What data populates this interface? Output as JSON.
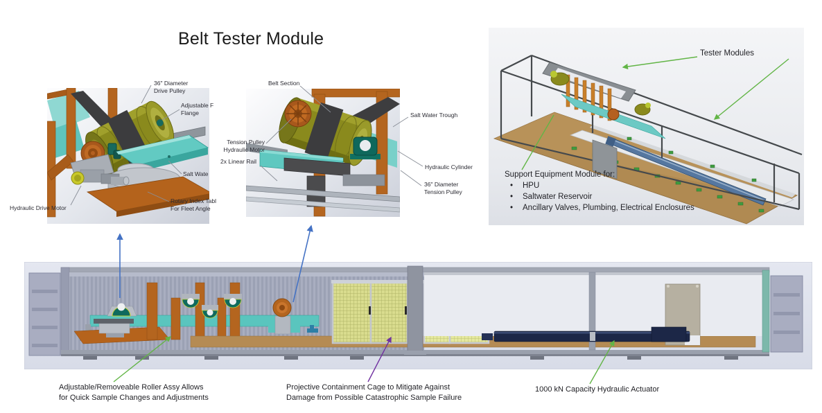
{
  "title": "Belt Tester Module",
  "left_detail": {
    "labels": {
      "drive_pulley": "36\" Diameter\nDrive Pulley",
      "flange": "Adjustable F\nFlange",
      "salt_water": "Salt Wate",
      "rotary_index": "Rotary Index Tabl\nFor Fleet Angle",
      "hydraulic_drive_motor": "Hydraulic Drive Motor"
    }
  },
  "middle_detail": {
    "labels": {
      "belt_section": "Belt Section",
      "tension_pulley_motor": "Tension Pulley\nHydraulic Motor",
      "linear_rail": "2x Linear Rail",
      "salt_water_trough": "Salt Water Trough",
      "hydraulic_cylinder": "Hydraulic Cylinder",
      "tension_pulley": "36\" Diameter\nTension Pulley"
    }
  },
  "overview": {
    "tester_modules_label": "Tester Modules",
    "support_title": "Support Equipment Module for:",
    "support_items": [
      "HPU",
      "Saltwater Reservoir",
      "Ancillary Valves, Plumbing, Electrical Enclosures"
    ]
  },
  "bottom": {
    "roller_label": "Adjustable/Removeable Roller Assy Allows\nfor Quick Sample Changes and Adjustments",
    "cage_label": "Projective Containment Cage to Mitigate Against\nDamage from Possible Catastrophic Sample Failure",
    "actuator_label": "1000 kN Capacity Hydraulic Actuator"
  },
  "colors": {
    "arrow_blue": "#4472c4",
    "arrow_green": "#62b546",
    "arrow_purple": "#7030a0",
    "leader_gray": "#8a8f98",
    "frame_orange": "#b4651f",
    "pulley_olive": "#8a8a1d",
    "belt_dark": "#3c3c3e",
    "trough_teal": "#5ac5be",
    "bearing_teal": "#0f6a5e",
    "wood_tan": "#b58b54",
    "actuator_navy": "#1c2747",
    "cage_mesh_yellow": "#dde092",
    "panel_bg": "#e1e4ee"
  }
}
